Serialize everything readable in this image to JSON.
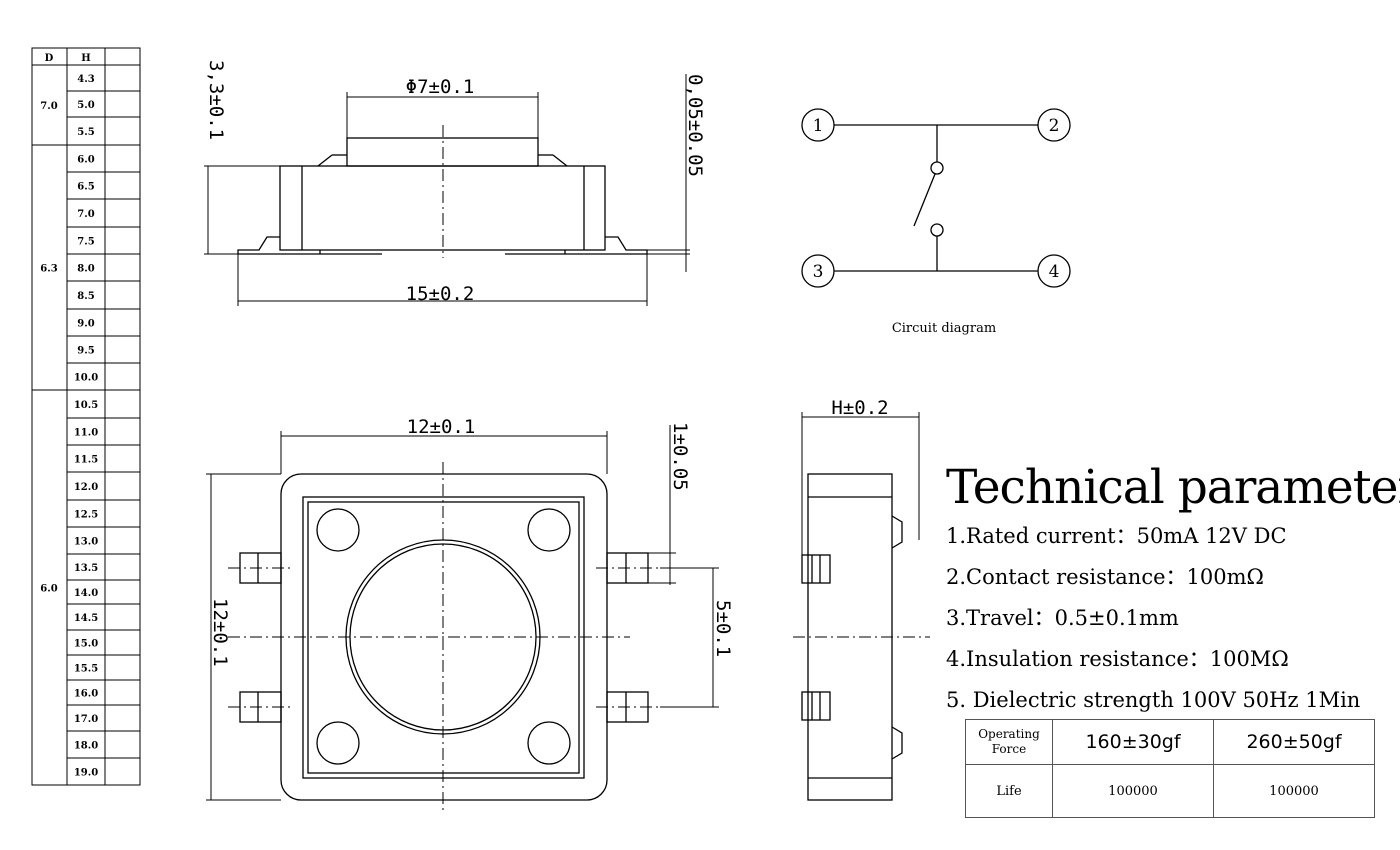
{
  "dh_table": {
    "header_d": "D",
    "header_h": "H",
    "groups": [
      {
        "d": "7.0",
        "h": [
          "4.3",
          "5.0",
          "5.5"
        ]
      },
      {
        "d": "6.3",
        "h": [
          "6.0",
          "6.5",
          "7.0",
          "7.5",
          "8.0",
          "8.5",
          "9.0",
          "9.5",
          "10.0"
        ]
      },
      {
        "d": "6.0",
        "h": [
          "10.5",
          "11.0",
          "11.5",
          "12.0",
          "12.5",
          "13.0",
          "13.5",
          "14.0",
          "14.5",
          "15.0",
          "15.5",
          "16.0",
          "17.0",
          "18.0",
          "19.0"
        ]
      }
    ]
  },
  "side_view": {
    "dim_height": "3,3±0.1",
    "dim_plunger": "Φ7±0.1",
    "dim_lead_offset": "0,05±0.05",
    "dim_total_width": "15±0.2"
  },
  "top_view": {
    "dim_width": "12±0.1",
    "dim_height": "12±0.1",
    "dim_pin_width": "1±0.05",
    "dim_pin_pitch": "5±0.1"
  },
  "profile_view": {
    "dim_h": "H±0.2"
  },
  "circuit": {
    "caption": "Circuit diagram",
    "pins": [
      "1",
      "2",
      "3",
      "4"
    ]
  },
  "technical": {
    "title": "Technical parameter",
    "params": [
      "1.Rated current：50mA 12V DC",
      "2.Contact resistance：100mΩ",
      "3.Travel：0.5±0.1mm",
      "4.Insulation resistance：100MΩ",
      "5. Dielectric strength 100V 50Hz 1Min"
    ]
  },
  "spec_table": {
    "row1_label_a": "Operating",
    "row1_label_b": "Force",
    "force_a": "160±30gf",
    "force_b": "260±50gf",
    "row2_label": "Life",
    "life_a": "100000",
    "life_b": "100000"
  }
}
